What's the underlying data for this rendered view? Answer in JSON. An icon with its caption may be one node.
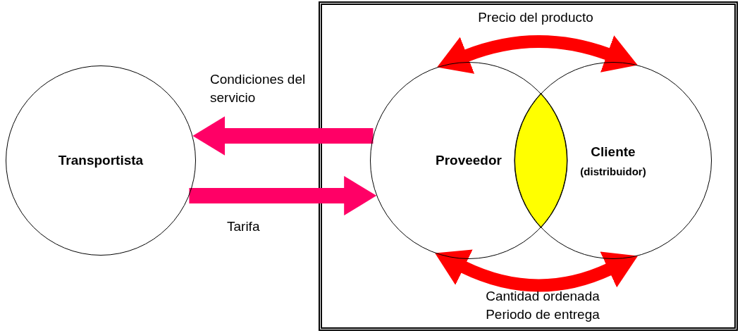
{
  "diagram": {
    "nodes": [
      {
        "text": [
          "Transportista"
        ]
      },
      {
        "text": [
          "Proveedor"
        ]
      },
      {
        "text": [
          "Cliente",
          "(distribuidor)"
        ]
      },
      {
        "text": [],
        "shape": "lens"
      }
    ],
    "edges": [
      {
        "from": 1,
        "to": 0,
        "arrow": "to",
        "label": "Condiciones del servicio",
        "color": "#ff0066"
      },
      {
        "from": 0,
        "to": 1,
        "arrow": "to",
        "label": "Tarifa",
        "color": "#ff0066"
      },
      {
        "from": 1,
        "to": 2,
        "arrow": "both",
        "label": "Precio del producto",
        "color": "#ff0000"
      },
      {
        "from": 1,
        "to": 2,
        "arrow": "both",
        "label": "Cantidad ordenada Periodo de entrega",
        "color": "#ff0000"
      }
    ]
  }
}
